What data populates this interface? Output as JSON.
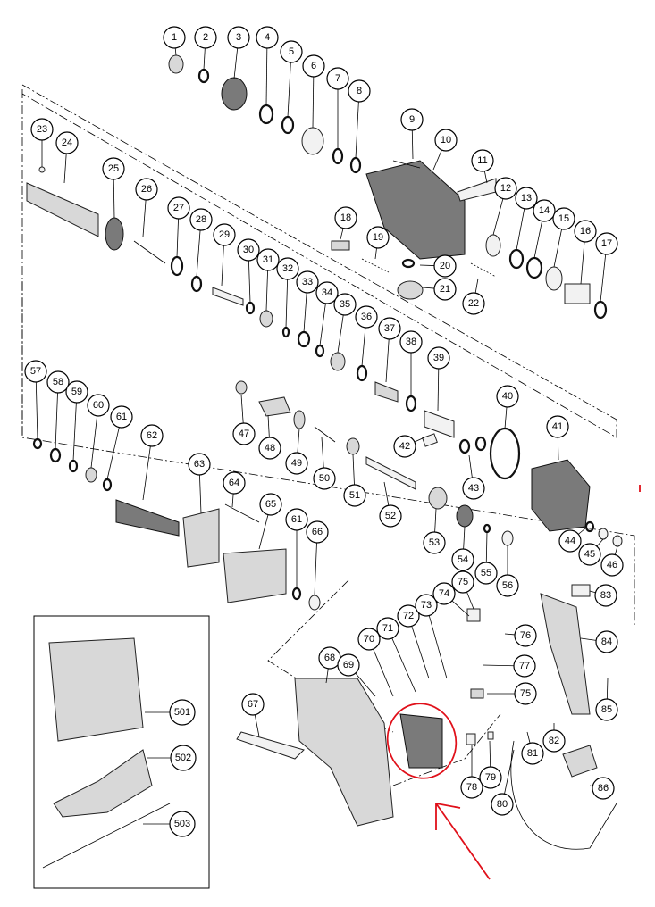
{
  "callouts": [
    "1",
    "2",
    "3",
    "4",
    "5",
    "6",
    "7",
    "8",
    "9",
    "10",
    "11",
    "12",
    "13",
    "14",
    "15",
    "16",
    "17",
    "18",
    "19",
    "20",
    "21",
    "22",
    "23",
    "24",
    "25",
    "26",
    "27",
    "28",
    "29",
    "30",
    "31",
    "32",
    "33",
    "34",
    "35",
    "36",
    "37",
    "38",
    "39",
    "40",
    "41",
    "42",
    "43",
    "44",
    "45",
    "46",
    "47",
    "48",
    "49",
    "50",
    "51",
    "52",
    "53",
    "54",
    "55",
    "56",
    "57",
    "58",
    "59",
    "60",
    "61",
    "62",
    "63",
    "64",
    "65",
    "61",
    "66",
    "67",
    "68",
    "69",
    "70",
    "71",
    "72",
    "73",
    "74",
    "75",
    "76",
    "77",
    "75",
    "84",
    "78",
    "79",
    "80",
    "81",
    "82",
    "83",
    "85",
    "86",
    "501",
    "502",
    "503"
  ],
  "colors": {
    "line": "#000000",
    "part_fill": "#d8d8d8",
    "part_dark": "#7a7a7a",
    "annotation": "#e0101a"
  }
}
